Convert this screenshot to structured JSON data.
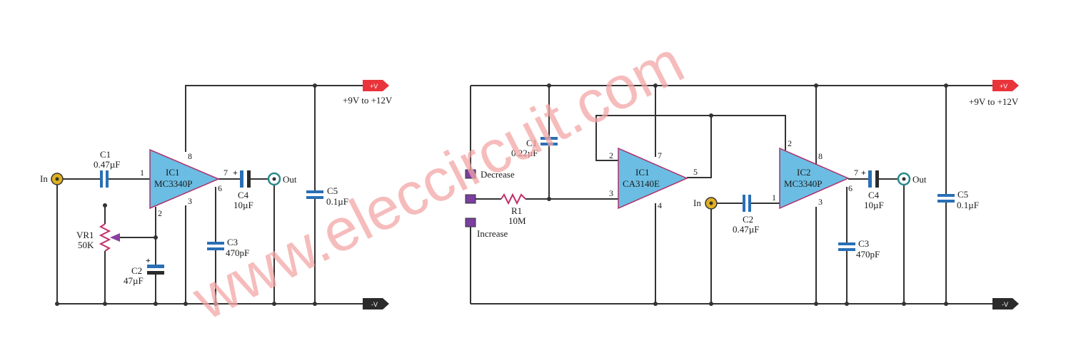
{
  "watermark": "www.eleccircuit.com",
  "left": {
    "input_label": "In",
    "output_label": "Out",
    "supply_pos_flag": "+V",
    "supply_neg_flag": "-V",
    "supply_range": "+9V to +12V",
    "ic": {
      "name": "IC1",
      "part": "MC3340P",
      "pins": [
        "1",
        "2",
        "3",
        "6",
        "7",
        "8"
      ]
    },
    "c1": {
      "name": "C1",
      "value": "0.47µF"
    },
    "c2": {
      "name": "C2",
      "value": "47µF"
    },
    "c3": {
      "name": "C3",
      "value": "470pF"
    },
    "c4": {
      "name": "C4",
      "value": "10µF"
    },
    "c5": {
      "name": "C5",
      "value": "0.1µF"
    },
    "vr1": {
      "name": "VR1",
      "value": "50K"
    }
  },
  "right": {
    "input_label": "In",
    "output_label": "Out",
    "supply_pos_flag": "+V",
    "supply_neg_flag": "-V",
    "supply_range": "+9V to +12V",
    "decrease_label": "Decrease",
    "increase_label": "Increase",
    "ic1": {
      "name": "IC1",
      "part": "CA3140E",
      "pins": [
        "2",
        "3",
        "4",
        "5",
        "7"
      ]
    },
    "ic2": {
      "name": "IC2",
      "part": "MC3340P",
      "pins": [
        "1",
        "2",
        "3",
        "6",
        "7",
        "8"
      ]
    },
    "c1": {
      "name": "C1",
      "value": "0.22µF"
    },
    "c2": {
      "name": "C2",
      "value": "0.47µF"
    },
    "c3": {
      "name": "C3",
      "value": "470pF"
    },
    "c4": {
      "name": "C4",
      "value": "10µF"
    },
    "c5": {
      "name": "C5",
      "value": "0.1µF"
    },
    "r1": {
      "name": "R1",
      "value": "10M"
    }
  },
  "colors": {
    "wire": "#333333",
    "opamp_fill": "#6bbde3",
    "opamp_stroke": "#b0306a",
    "capacitor": "#2a6fb5",
    "flag_pos": "#e8343a",
    "flag_neg": "#2b2b2b",
    "jack": "#e0b020",
    "pad": "#7b3fa0",
    "watermark": "#f4a6a6"
  }
}
